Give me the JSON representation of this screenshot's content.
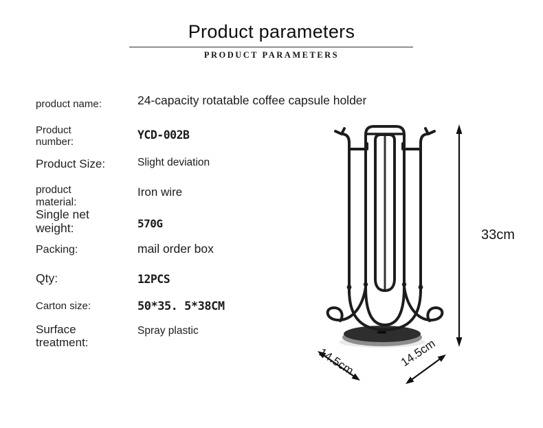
{
  "header": {
    "title": "Product parameters",
    "subtitle": "PRODUCT PARAMETERS"
  },
  "specs": {
    "rows": [
      {
        "label": "product name:",
        "value": "24-capacity rotatable coffee capsule holder"
      },
      {
        "label": "Product\nnumber:",
        "value": "YCD-002B"
      },
      {
        "label": "Product Size:",
        "value": "Slight deviation"
      },
      {
        "label": "product\nmaterial:",
        "value": "Iron wire"
      },
      {
        "label": "Single net\nweight:",
        "value": "570G"
      },
      {
        "label": "Packing:",
        "value": "mail order box"
      },
      {
        "label": "Qty:",
        "value": "12PCS"
      },
      {
        "label": "Carton size:",
        "value": "50*35. 5*38CM"
      },
      {
        "label": "Surface\ntreatment:",
        "value": "Spray plastic"
      }
    ]
  },
  "product_image": {
    "name": "rotatable-coffee-capsule-holder-photo"
  },
  "dimensions": {
    "height": "33cm",
    "base_depth": "14.5cm",
    "base_width": "14.5cm"
  },
  "colors": {
    "text": "#1c1c1c",
    "divider": "#2e2e2e",
    "wire": "#1d1d1d"
  }
}
